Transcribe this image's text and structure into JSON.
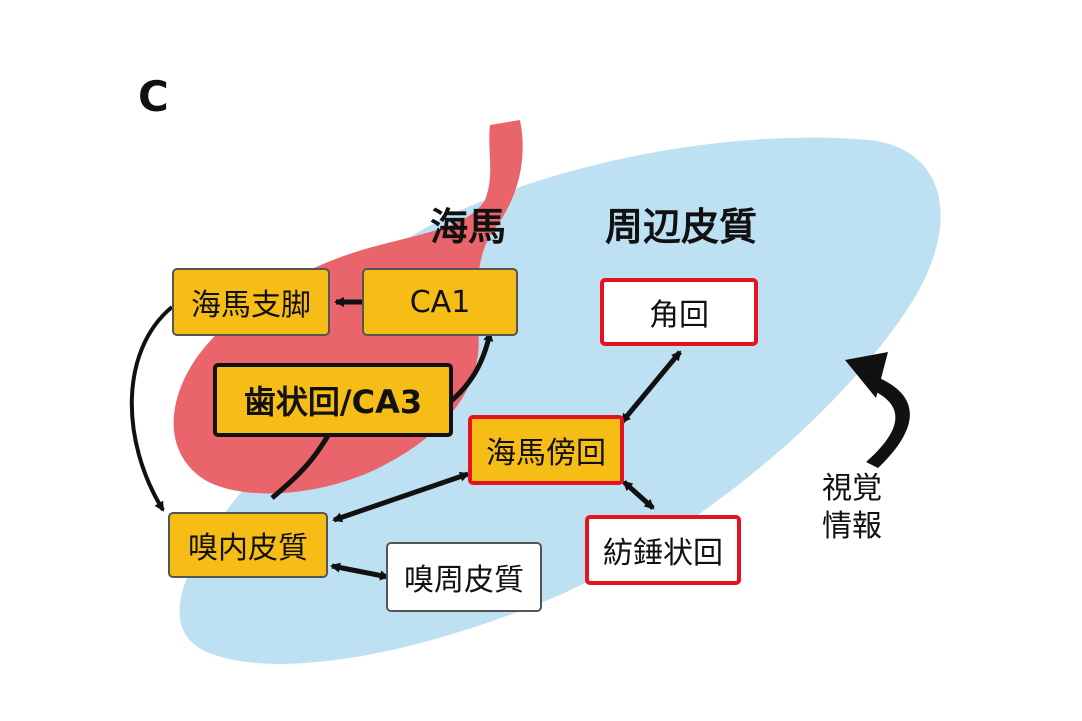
{
  "panel_letter": "C",
  "regions": {
    "hippocampus": "海馬",
    "perirhinal": "周辺皮質"
  },
  "nodes": {
    "subiculum": "海馬支脚",
    "ca1": "CA1",
    "dentate_ca3": "歯状回/CA3",
    "parahippocampal": "海馬傍回",
    "angular": "角回",
    "entorhinal": "嗅内皮質",
    "perirhinal_cortex": "嗅周皮質",
    "fusiform": "紡錘状回"
  },
  "annotation": {
    "line1": "視覚",
    "line2": "情報"
  },
  "colors": {
    "hippocampus_fill": "#E9646B",
    "cortex_fill": "#BDE0F2",
    "node_orange": "#F7BD17",
    "node_border_red": "#E3141E"
  }
}
